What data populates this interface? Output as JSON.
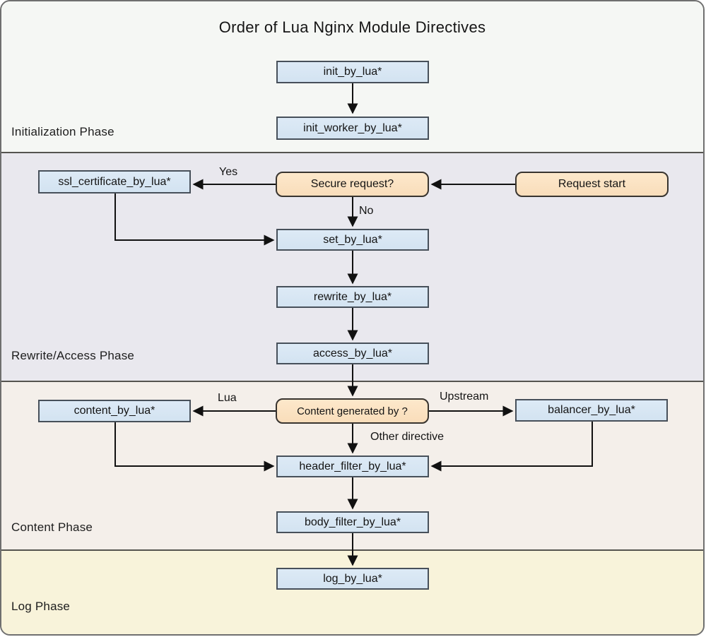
{
  "title": "Order of Lua Nginx Module Directives",
  "phases": {
    "initialization": "Initialization Phase",
    "rewrite_access": "Rewrite/Access Phase",
    "content": "Content Phase",
    "log": "Log Phase"
  },
  "nodes": {
    "init_by_lua": "init_by_lua*",
    "init_worker_by_lua": "init_worker_by_lua*",
    "ssl_certificate_by_lua": "ssl_certificate_by_lua*",
    "secure_request": "Secure request?",
    "request_start": "Request start",
    "set_by_lua": "set_by_lua*",
    "rewrite_by_lua": "rewrite_by_lua*",
    "access_by_lua": "access_by_lua*",
    "content_by_lua": "content_by_lua*",
    "content_generated_by": "Content generated by ?",
    "balancer_by_lua": "balancer_by_lua*",
    "header_filter_by_lua": "header_filter_by_lua*",
    "body_filter_by_lua": "body_filter_by_lua*",
    "log_by_lua": "log_by_lua*"
  },
  "edge_labels": {
    "yes": "Yes",
    "no": "No",
    "lua": "Lua",
    "upstream": "Upstream",
    "other_directive": "Other directive"
  },
  "colors": {
    "process_box_fill": "#d8e6f3",
    "process_box_border": "#47505a",
    "decision_box_fill": "#fbe3c3",
    "decision_box_border": "#38342f",
    "phase_initialization_bg": "#f5f7f4",
    "phase_rewrite_access_bg": "#e9e8ee",
    "phase_content_bg": "#f4efea",
    "phase_log_bg": "#f8f3da",
    "arrow": "#111111",
    "divider": "#55544f"
  }
}
